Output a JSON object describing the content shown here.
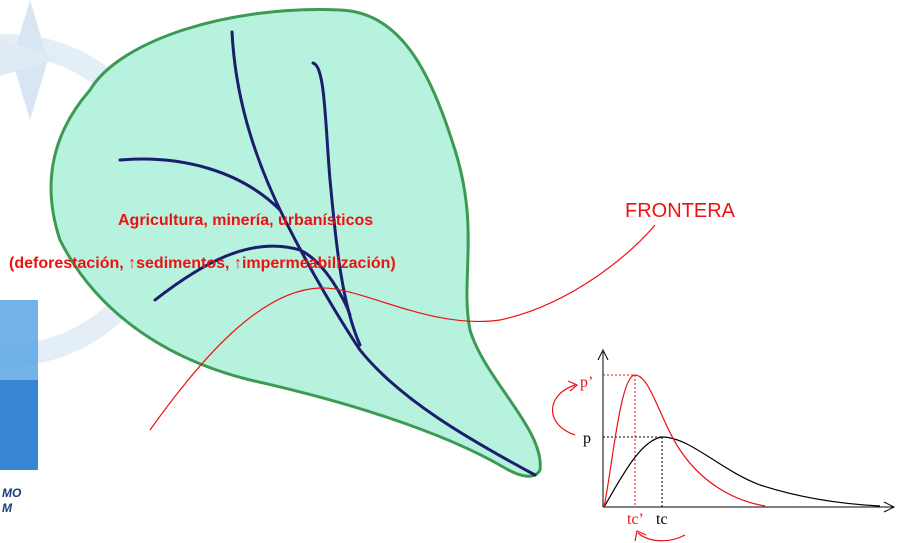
{
  "diagram": {
    "title_label": "FRONTERA",
    "activity_line1": "Agricultura, minería, urbanísticos",
    "activity_line2": "(deforestación, ↑sedimentos, ↑impermeabilización)"
  },
  "hydrograph": {
    "peak_after_label": "p’",
    "peak_before_label": "p",
    "time_after_label": "tc’",
    "time_before_label": "tc"
  },
  "logo": {
    "text_line1": "MO",
    "text_line2": "M"
  },
  "colors": {
    "basin_fill": "#b6f2de",
    "basin_stroke": "#3c9a54",
    "river": "#1d1d6e",
    "accent_red": "#ee1111",
    "logo_blue": "#2c7fd0"
  }
}
